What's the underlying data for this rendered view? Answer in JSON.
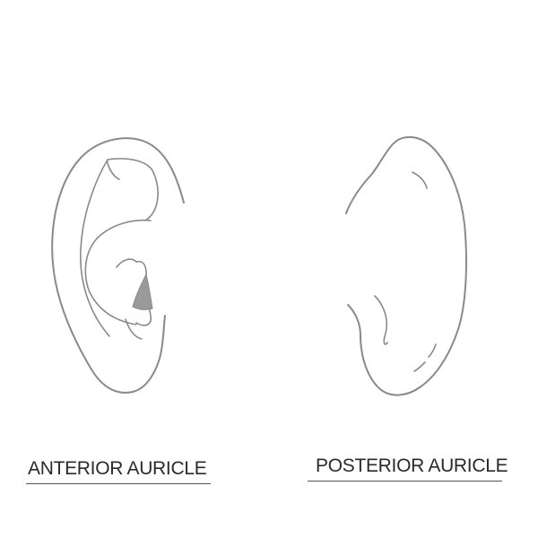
{
  "figure": {
    "panels": [
      {
        "id": "anterior",
        "caption": "ANTERIOR AURICLE"
      },
      {
        "id": "posterior",
        "caption": "POSTERIOR AURICLE"
      }
    ],
    "colors": {
      "line": "#8a8a8a",
      "shading": "#9a9a9a",
      "text": "#2a2a2a",
      "underline": "#555555",
      "background": "#ffffff"
    }
  }
}
